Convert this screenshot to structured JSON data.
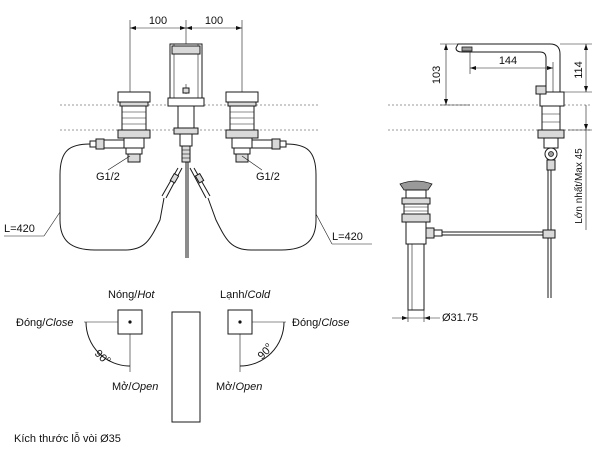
{
  "dimensions": {
    "spacing_left": "100",
    "spacing_right": "100",
    "spout_reach": "144",
    "spout_height": "103",
    "total_height": "114",
    "max_thickness": "Lớn nhất/Max 45",
    "drain_diameter": "Ø31.75"
  },
  "labels": {
    "thread_left": "G1/2",
    "thread_right": "G1/2",
    "hose_left": "L=420",
    "hose_right": "L=420",
    "degree_symbol": "o"
  },
  "handles": {
    "hot_vi": "Nóng/",
    "hot_en": "Hot",
    "cold_vi": "Lạnh/",
    "cold_en": "Cold",
    "close_left_vi": "Đóng/",
    "close_left_en": "Close",
    "close_right_vi": "Đóng/",
    "close_right_en": "Close",
    "angle_left": "90",
    "angle_right": "90",
    "open_left_vi": "Mở/",
    "open_left_en": "Open",
    "open_right_vi": "Mở/",
    "open_right_en": "Open"
  },
  "footnote": "Kích thước lỗ vòi Ø35",
  "colors": {
    "line": "#1a1a1a",
    "fill_light": "#d9d9d9",
    "fill_dark": "#9a9a9a",
    "background": "#ffffff"
  }
}
